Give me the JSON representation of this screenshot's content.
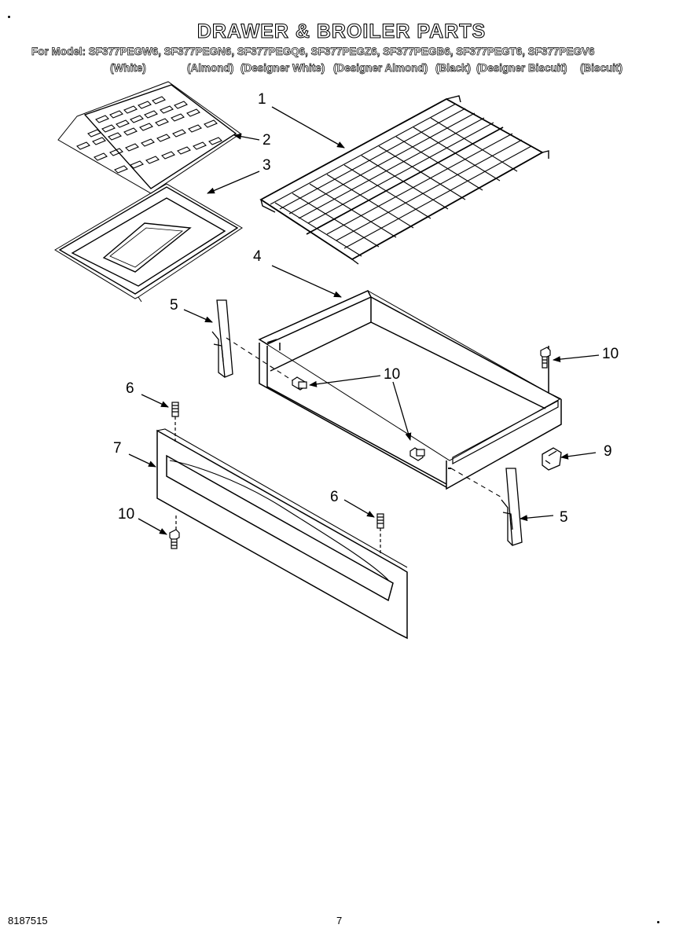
{
  "header": {
    "title": "DRAWER & BROILER PARTS",
    "models_line": "For Model: SF377PEGW6, SF377PEGN6, SF377PEGQ6, SF377PEGZ6, SF377PEGB6, SF377PEGT6, SF377PEGV6",
    "colors": [
      "(White)",
      "(Almond)",
      "(Designer White)",
      "(Designer Almond)",
      "(Black)",
      "(Designer Biscuit)",
      "(Biscuit)"
    ]
  },
  "callouts": {
    "c1": "1",
    "c2": "2",
    "c3": "3",
    "c4": "4",
    "c5a": "5",
    "c5b": "5",
    "c6a": "6",
    "c6b": "6",
    "c7": "7",
    "c9": "9",
    "c10a": "10",
    "c10b": "10",
    "c10c": "10"
  },
  "footer": {
    "doc_number": "8187515",
    "page_number": "7"
  }
}
